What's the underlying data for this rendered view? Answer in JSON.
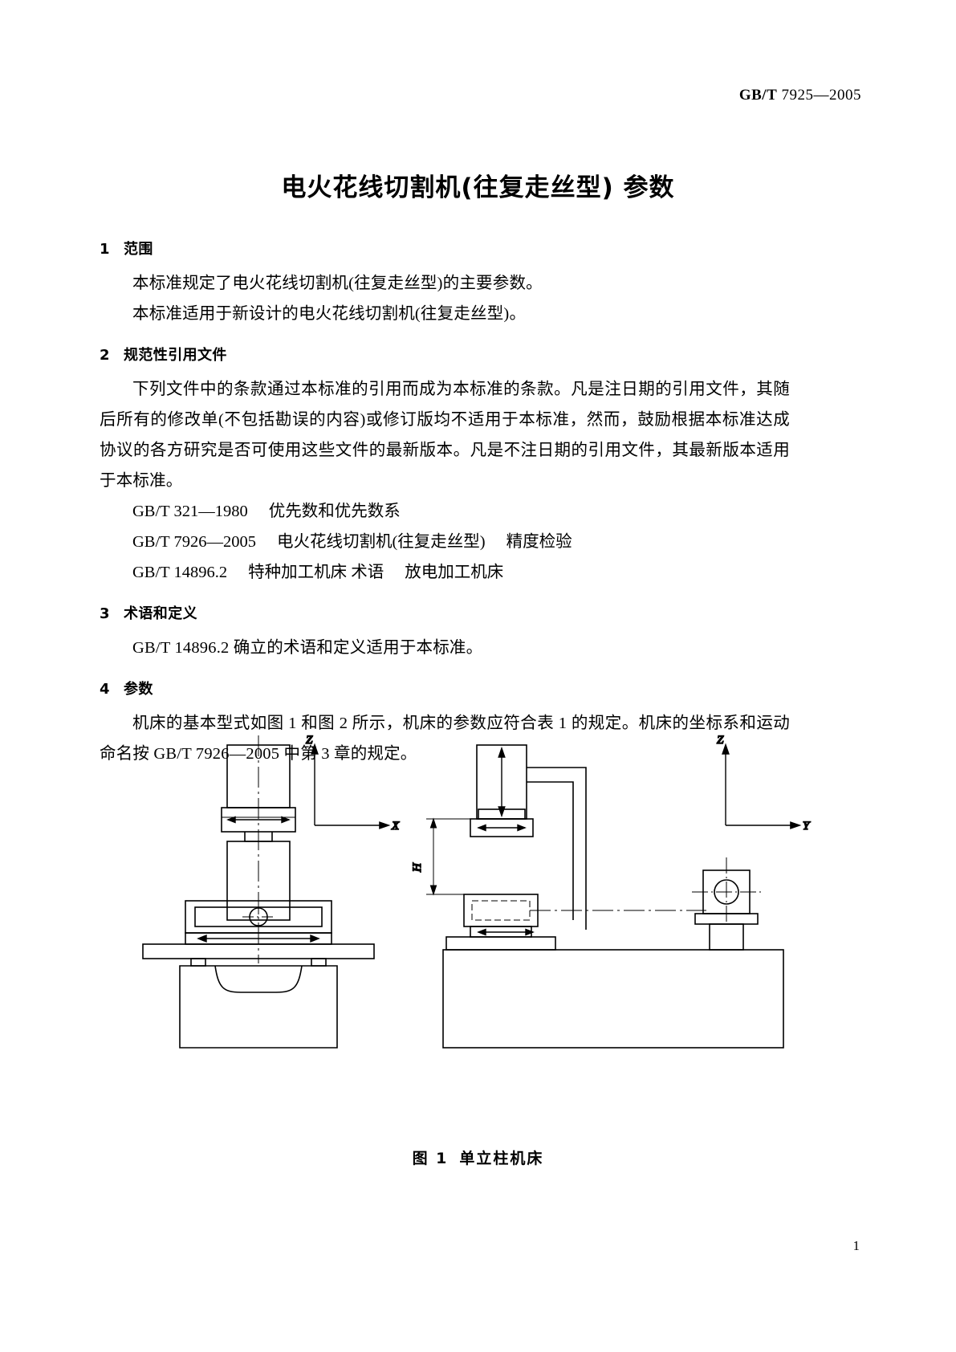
{
  "header": {
    "standard_prefix": "GB/T",
    "standard_number": "7925—2005",
    "full": "GB/T 7925—2005"
  },
  "title": "电火花线切割机(往复走丝型)  参数",
  "clauses": [
    {
      "number": "1",
      "heading": "范围",
      "paragraphs": [
        "本标准规定了电火花线切割机(往复走丝型)的主要参数。",
        "本标准适用于新设计的电火花线切割机(往复走丝型)。"
      ]
    },
    {
      "number": "2",
      "heading": "规范性引用文件",
      "paragraphs": [
        "下列文件中的条款通过本标准的引用而成为本标准的条款。凡是注日期的引用文件，其随后所有的修改单(不包括勘误的内容)或修订版均不适用于本标准，然而，鼓励根据本标准达成协议的各方研究是否可使用这些文件的最新版本。凡是不注日期的引用文件，其最新版本适用于本标准。"
      ]
    },
    {
      "number": "3",
      "heading": "术语和定义",
      "paragraphs": [
        "GB/T 14896.2 确立的术语和定义适用于本标准。"
      ]
    },
    {
      "number": "4",
      "heading": "参数",
      "paragraphs": [
        "机床的基本型式如图 1 和图 2 所示，机床的参数应符合表 1 的规定。机床的坐标系和运动命名按 GB/T 7926—2005 中第 3 章的规定。"
      ]
    }
  ],
  "references": [
    {
      "code": "GB/T 321—1980",
      "title": "优先数和优先数系",
      "subtitle": ""
    },
    {
      "code": "GB/T 7926—2005",
      "title": "电火花线切割机(往复走丝型)",
      "subtitle": "精度检验"
    },
    {
      "code": "GB/T 14896.2",
      "title": "特种加工机床  术语",
      "subtitle": "放电加工机床"
    }
  ],
  "figure": {
    "label": "图 1",
    "caption": "单立柱机床",
    "axis_labels": {
      "front_vertical": "Z",
      "front_horizontal": "X",
      "side_vertical": "Z",
      "side_horizontal": "Y",
      "height_dimension": "H"
    }
  },
  "page_number": "1"
}
